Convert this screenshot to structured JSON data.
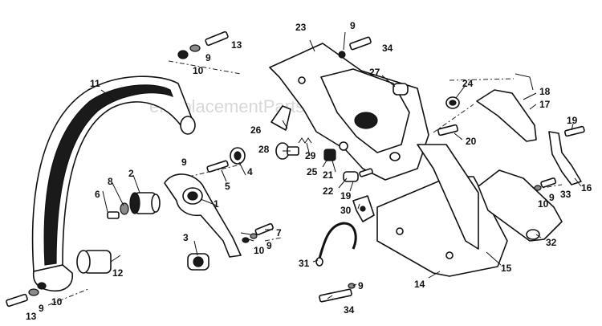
{
  "watermark": "eReplacementParts.com",
  "callouts": {
    "c1": "1",
    "c2": "2",
    "c3": "3",
    "c4": "4",
    "c5": "5",
    "c6": "6",
    "c7": "7",
    "c8": "8",
    "c9a": "9",
    "c9b": "9",
    "c9c": "9",
    "c9d": "9",
    "c9e": "9",
    "c9f": "9",
    "c9g": "9",
    "c10a": "10",
    "c10b": "10",
    "c10c": "10",
    "c10d": "10",
    "c11": "11",
    "c12": "12",
    "c13a": "13",
    "c13b": "13",
    "c14": "14",
    "c15": "15",
    "c16": "16",
    "c17": "17",
    "c18": "18",
    "c19a": "19",
    "c19b": "19",
    "c20": "20",
    "c21": "21",
    "c22": "22",
    "c23": "23",
    "c24": "24",
    "c25": "25",
    "c26": "26",
    "c27": "27",
    "c28": "28",
    "c29": "29",
    "c30": "30",
    "c31": "31",
    "c32": "32",
    "c33": "33",
    "c34a": "34",
    "c34b": "34"
  }
}
